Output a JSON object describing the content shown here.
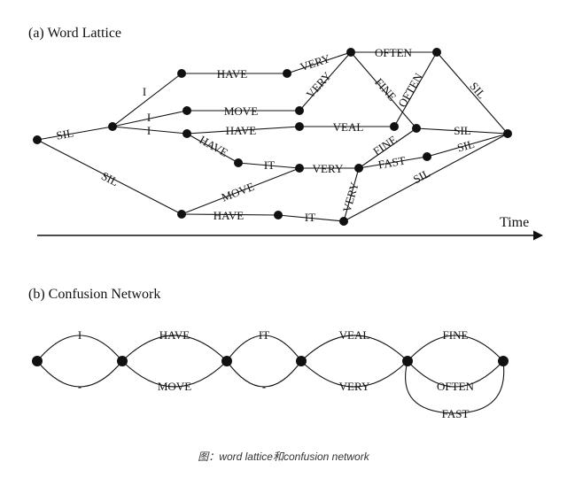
{
  "lattice": {
    "title": "(a) Word Lattice",
    "time_label": "Time",
    "labels": {
      "sil_start": "SIL",
      "sil_lower": "SIL",
      "i_1": "I",
      "i_2": "I",
      "i_3": "I",
      "have_top": "HAVE",
      "very_1": "VERY",
      "very_2": "VERY",
      "often_top": "OFTEN",
      "fine_1": "FINE",
      "often_diag": "OFTEN",
      "sil_right_top": "SIL",
      "move_1": "MOVE",
      "have_mid": "HAVE",
      "veal": "VEAL",
      "sil_mid": "SIL",
      "have_diag": "HAVE",
      "it_mid": "IT",
      "very_mid": "VERY",
      "fine_2": "FINE",
      "fast": "FAST",
      "sil_mid2": "SIL",
      "move_2": "MOVE",
      "have_bottom": "HAVE",
      "it_bottom": "IT",
      "very_vertical": "VERY",
      "sil_bottom": "SIL"
    }
  },
  "confusion": {
    "title": "(b) Confusion Network",
    "labels": {
      "i": "I",
      "eps_1": "-",
      "have": "HAVE",
      "move": "MOVE",
      "it": "IT",
      "eps_2": "-",
      "veal": "VEAL",
      "very": "VERY",
      "fine": "FINE",
      "often": "OFTEN",
      "fast": "FAST"
    }
  },
  "caption": "图：word lattice和confusion network"
}
